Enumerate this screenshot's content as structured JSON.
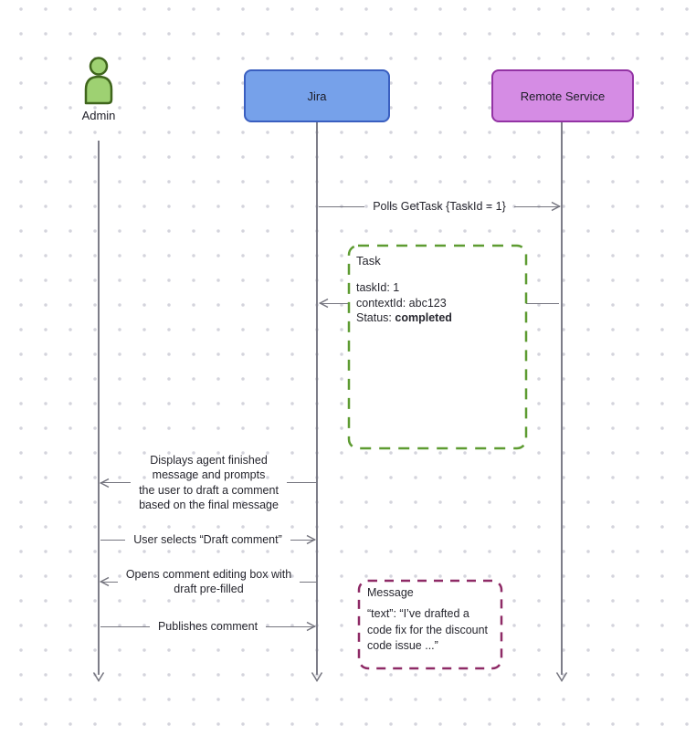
{
  "diagram": {
    "actors": {
      "admin": {
        "label": "Admin",
        "icon_fill": "#9ed172",
        "icon_stroke": "#3f651c"
      }
    },
    "participants": {
      "jira": {
        "label": "Jira",
        "fill": "#76a1ea",
        "border": "#3a5fc0"
      },
      "remote_service": {
        "label": "Remote Service",
        "fill": "#d58ce4",
        "border": "#9333a4"
      }
    },
    "messages": {
      "polls_gettask": {
        "label": "Polls GetTask {TaskId = 1}"
      },
      "displays_finished": {
        "lines": [
          "Displays agent finished",
          "message and prompts",
          "the user to draft a comment",
          "based on the final message"
        ]
      },
      "user_selects": {
        "label": "User selects “Draft comment”"
      },
      "opens_editor": {
        "lines": [
          "Opens comment editing box with",
          "draft pre-filled"
        ]
      },
      "publishes": {
        "label": "Publishes comment"
      }
    },
    "task_note": {
      "title": "Task",
      "fields": [
        "taskId: 1",
        "contextId: abc123"
      ],
      "status_label": "Status: ",
      "status_value": "completed",
      "border_color": "#5d9b31"
    },
    "message_note": {
      "title": "Message",
      "lines": [
        "“text”: “I’ve drafted a",
        "code fix for the discount",
        "code issue ...”"
      ],
      "border_color": "#8e2a66"
    }
  }
}
